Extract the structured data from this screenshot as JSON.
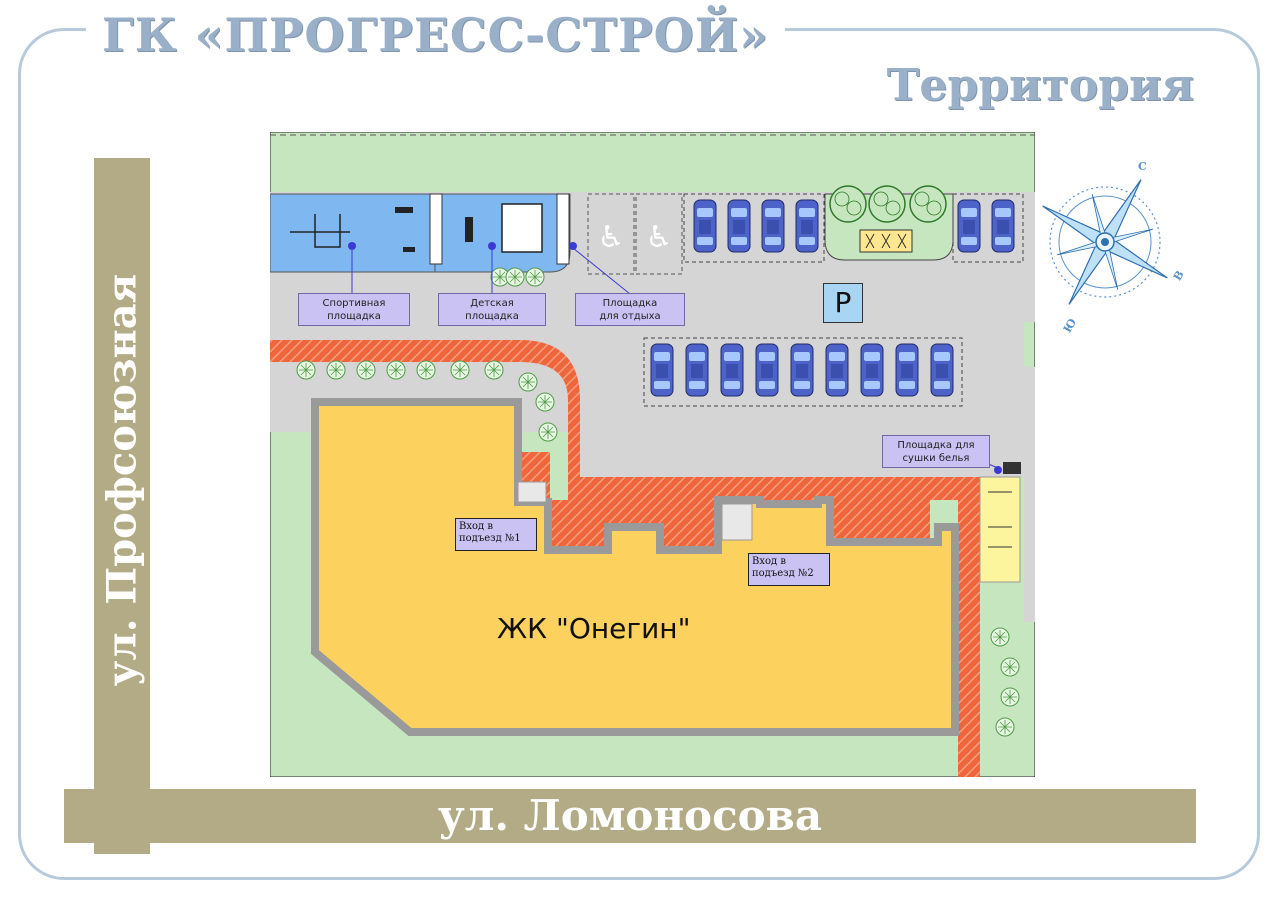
{
  "header": {
    "company": "ГК «ПРОГРЕСС-СТРОЙ»",
    "section": "Территория"
  },
  "streets": {
    "vertical": "ул. Профсоюзная",
    "horizontal": "ул. Ломоносова"
  },
  "plan": {
    "building_label": "ЖК \"Онегин\"",
    "parking_sign": "P",
    "callouts": {
      "sports": [
        "Спортивная",
        "площадка"
      ],
      "kids": [
        "Детская",
        "площадка"
      ],
      "rest": [
        "Площадка",
        "для отдыха"
      ],
      "laundry": [
        "Площадка для",
        "сушки белья"
      ]
    },
    "entrances": {
      "entrance_1": [
        "Вход в",
        "подъезд №1"
      ],
      "entrance_2": [
        "Вход в",
        "подъезд №2"
      ]
    }
  },
  "compass": {
    "north": "С",
    "east": "В",
    "south": "Ю"
  },
  "colors": {
    "grass": "#c6e6bf",
    "road": "#d5d5d5",
    "playground": "#7fb8f0",
    "building": "#fcd15d",
    "path": "#f0663c",
    "street": "#b2ab86",
    "callout": "#c9c2f3",
    "car": "#4d63c9"
  }
}
